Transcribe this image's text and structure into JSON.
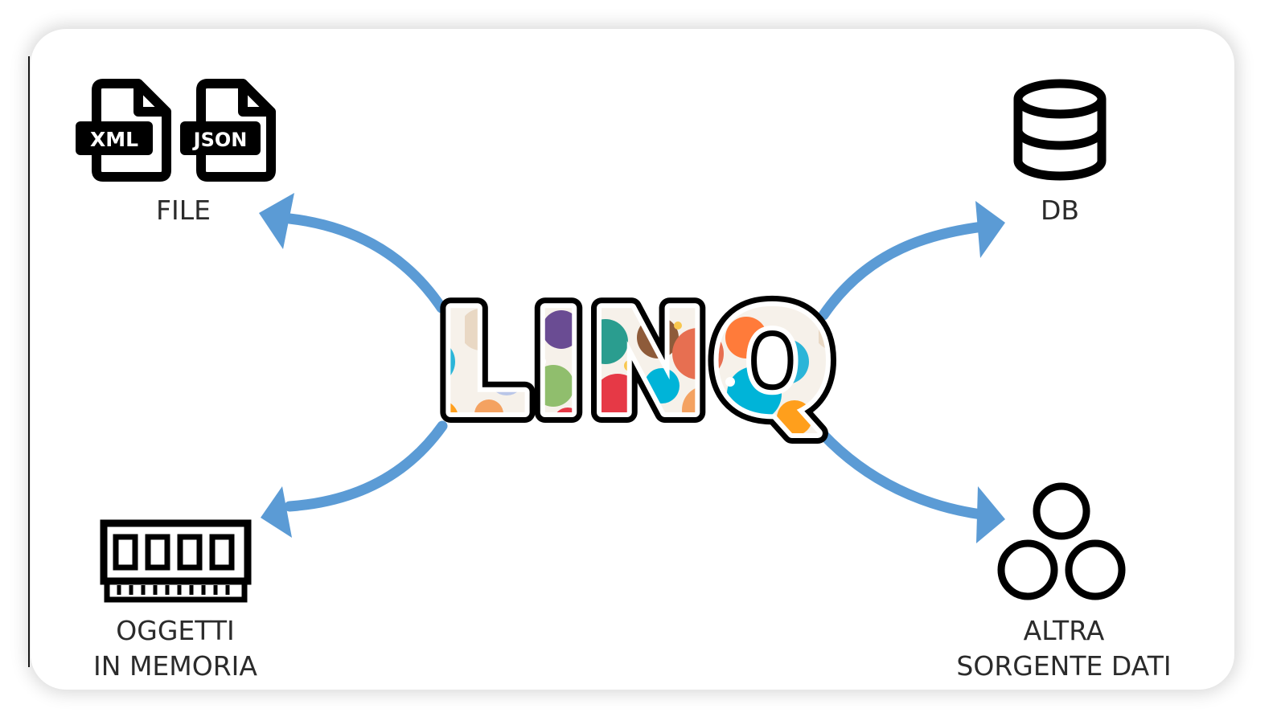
{
  "center": {
    "logo_text": "LINQ"
  },
  "nodes": {
    "file": {
      "label": "FILE",
      "badges": [
        "XML",
        "JSON"
      ],
      "icon": "file-icon"
    },
    "db": {
      "label": "DB",
      "icon": "database-icon"
    },
    "memory": {
      "label_line1": "OGGETTI",
      "label_line2": "IN MEMORIA",
      "icon": "memory-chip-icon"
    },
    "other": {
      "label_line1": "ALTRA",
      "label_line2": "SORGENTE DATI",
      "icon": "three-circles-icon"
    }
  },
  "colors": {
    "arrow": "#5b9bd5",
    "ink": "#000000",
    "label": "#2b2b2b",
    "logo_paint": [
      "#e63946",
      "#f4a261",
      "#2a9d8f",
      "#6a4c93",
      "#00b4d8",
      "#90be6d",
      "#ff70a6",
      "#f9c74f"
    ]
  }
}
